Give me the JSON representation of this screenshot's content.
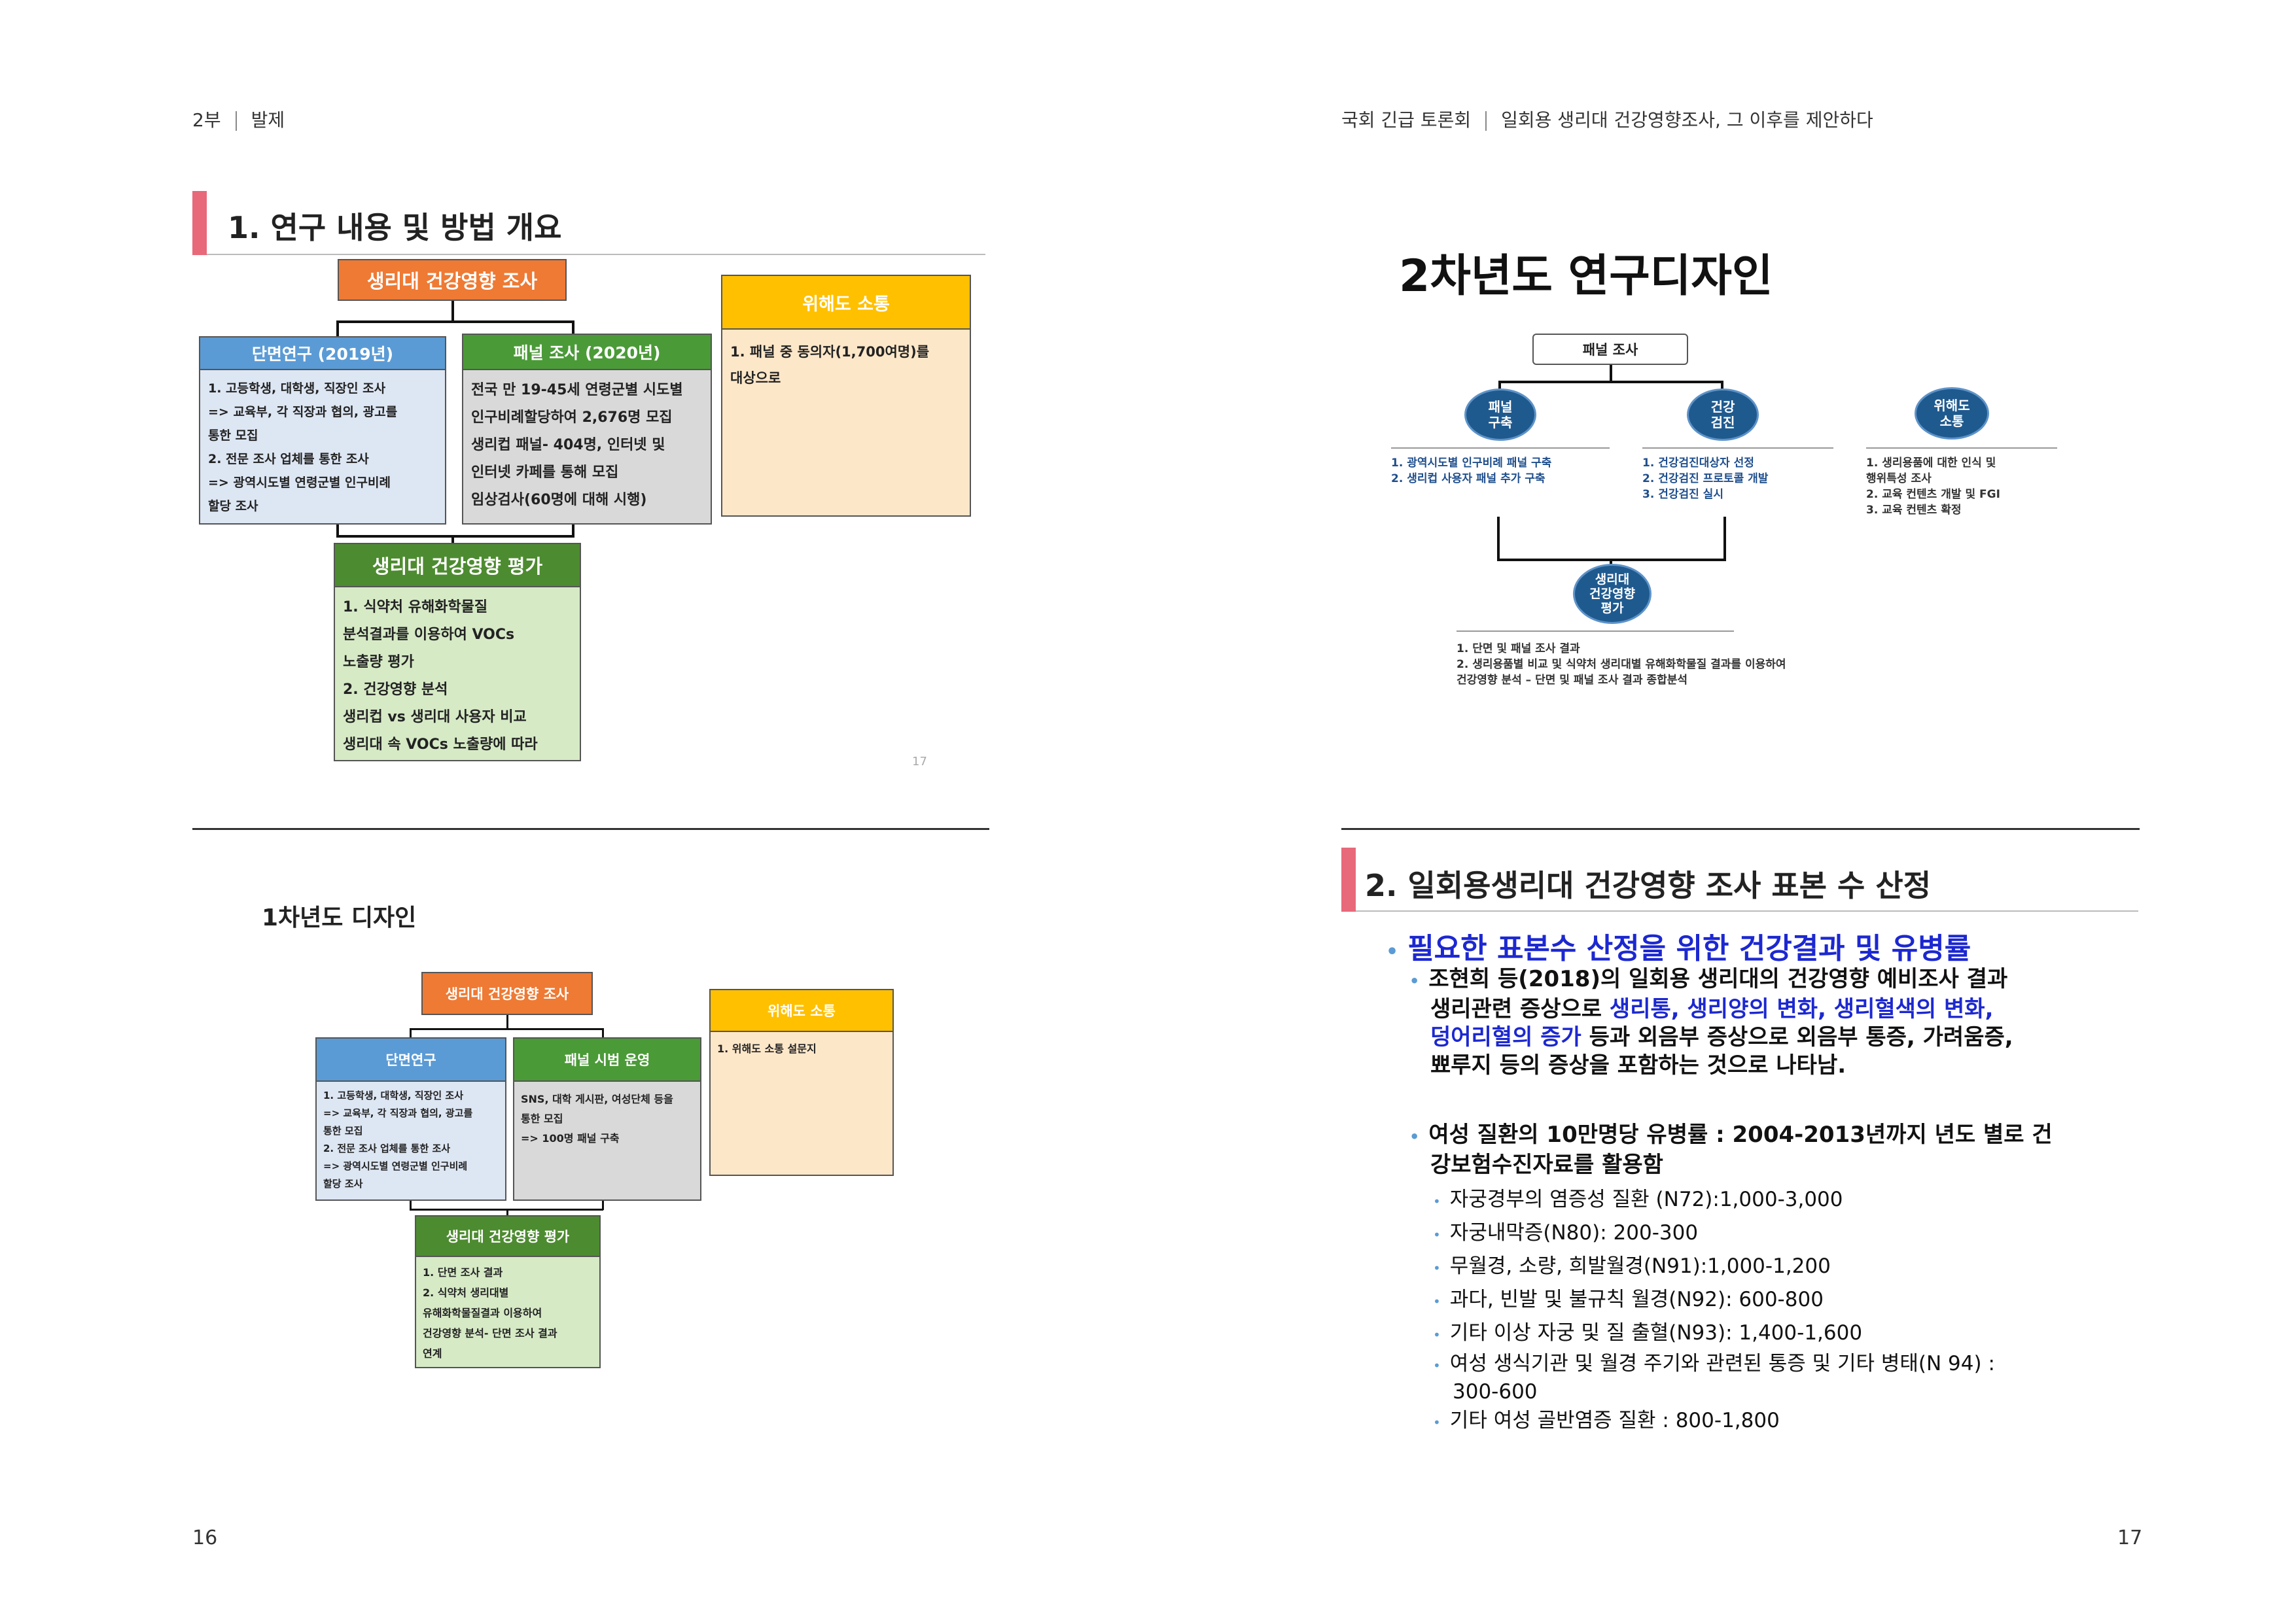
{
  "header_left": {
    "part": "2부",
    "section": "발제"
  },
  "header_right": {
    "event": "국회 긴급 토론회",
    "topic": "일회용 생리대 건강영향조사, 그 이후를 제안하다"
  },
  "page_numbers": {
    "left": "16",
    "right": "17"
  },
  "slide1": {
    "title": "1. 연구 내용 및 방법 개요",
    "top_box": "생리대 건강영향 조사",
    "cross": {
      "header": "단면연구 (2019년)",
      "items": [
        "1. 고등학생, 대학생, 직장인 조사",
        " => 교육부, 각 직장과 협의, 광고를",
        "    통한 모집",
        "2. 전문 조사 업체를 통한 조사",
        " => 광역시도별 연령군별 인구비례",
        "    할당 조사"
      ]
    },
    "panel": {
      "header": "패널  조사 (2020년)",
      "items": [
        "전국 만 19-45세 연령군별 시도별",
        "  인구비례할당하여 2,676명 모집",
        "생리컵 패널- 404명, 인터넷 및",
        "  인터넷 카페를 통해 모집",
        "임상검사(60명에 대해 시행)"
      ]
    },
    "risk": {
      "header": "위해도 소통",
      "items": [
        "1. 패널 중 동의자(1,700여명)를",
        "   대상으로"
      ]
    },
    "eval": {
      "header": "생리대 건강영향 평가",
      "items": [
        "1. 식약처 유해화학물질",
        "   분석결과를 이용하여 VOCs",
        "   노출량 평가",
        "2. 건강영향 분석",
        "   생리컵 vs 생리대 사용자 비교",
        "   생리대 속 VOCs 노출량에 따라"
      ]
    },
    "slide_no": "17"
  },
  "slide2": {
    "title": "2차년도 연구디자인",
    "top_box": "패널 조사",
    "nodes": {
      "panel": "패널\n구축",
      "health": "건강\n검진",
      "risk": "위해도\n소통",
      "eval": "생리대\n건강영향\n평가"
    },
    "panel_items": [
      "1.  광역시도별 인구비례 패널 구축",
      "2.  생리컵 사용자 패널 추가 구축"
    ],
    "health_items": [
      "1.  건강검진대상자 선정",
      "2.  건강검진 프로토콜 개발",
      "3.  건강검진 실시"
    ],
    "risk_items": [
      "1.  생리용품에 대한 인식 및",
      "     행위특성 조사",
      "2.  교육 컨텐츠 개발 및 FGI",
      "3.  교육 컨텐츠 확정"
    ],
    "eval_items": [
      "1.  단면 및 패널 조사 결과",
      "2.  생리용품별 비교 및 식약처 생리대별 유해화학물질 결과를 이용하여",
      "     건강영향 분석 – 단면 및 패널 조사 결과 종합분석"
    ]
  },
  "slide3": {
    "title": "1차년도 디자인",
    "top_box": "생리대 건강영향 조사",
    "cross": {
      "header": "단면연구",
      "items": [
        "1. 고등학생, 대학생, 직장인 조사",
        " => 교육부, 각 직장과 협의, 광고를",
        "    통한 모집",
        "2. 전문 조사 업체를 통한 조사",
        " => 광역시도별 연령군별 인구비례",
        "    할당 조사"
      ]
    },
    "panel": {
      "header": "패널  시범 운영",
      "items": [
        "SNS, 대학 게시판, 여성단체 등을",
        "  통한 모집",
        "=> 100명 패널 구축"
      ]
    },
    "risk": {
      "header": "위해도 소통",
      "items": [
        "1. 위해도 소통 설문지"
      ]
    },
    "eval": {
      "header": "생리대 건강영향 평가",
      "items": [
        "1. 단면 조사 결과",
        "2. 식약처 생리대별",
        "   유해화학물질결과 이용하여",
        "   건강영향 분석- 단면 조사 결과",
        "   연계"
      ]
    }
  },
  "slide4": {
    "title": "2. 일회용생리대 건강영향 조사 표본 수 산정",
    "main_bullet": "필요한 표본수 산정을 위한 건강결과 및 유병률",
    "p1_line1": "조현희 등(2018)의 일회용 생리대의 건강영향 예비조사 결과",
    "p1_line2_pre": "생리관련 증상으로 ",
    "p1_line2_hl": "생리통, 생리양의 변화, 생리혈색의 변화,",
    "p1_line3_hl": "덩어리혈의 증가",
    "p1_line3_post": " 등과 외음부 증상으로 외음부 통증, 가려움증,",
    "p1_line4": "뾰루지 등의 증상을 포함하는 것으로 나타남.",
    "p2_line1": "여성 질환의 10만명당 유병률 : 2004-2013년까지 년도 별로 건",
    "p2_line2": "강보험수진자료를 활용함",
    "items": [
      "자궁경부의 염증성 질환 (N72):1,000-3,000",
      "자궁내막증(N80): 200-300",
      "무월경, 소량, 희발월경(N91):1,000-1,200",
      "과다, 빈발 및 불규칙 월경(N92): 600-800",
      "기타 이상 자궁 및 질 출혈(N93): 1,400-1,600",
      "여성 생식기관 및 월경 주기와 관련된 통증 및 기타 병태(N 94) :",
      "기타 여성 골반염증 질환 : 800-1,800"
    ],
    "item6_cont": "300-600"
  }
}
